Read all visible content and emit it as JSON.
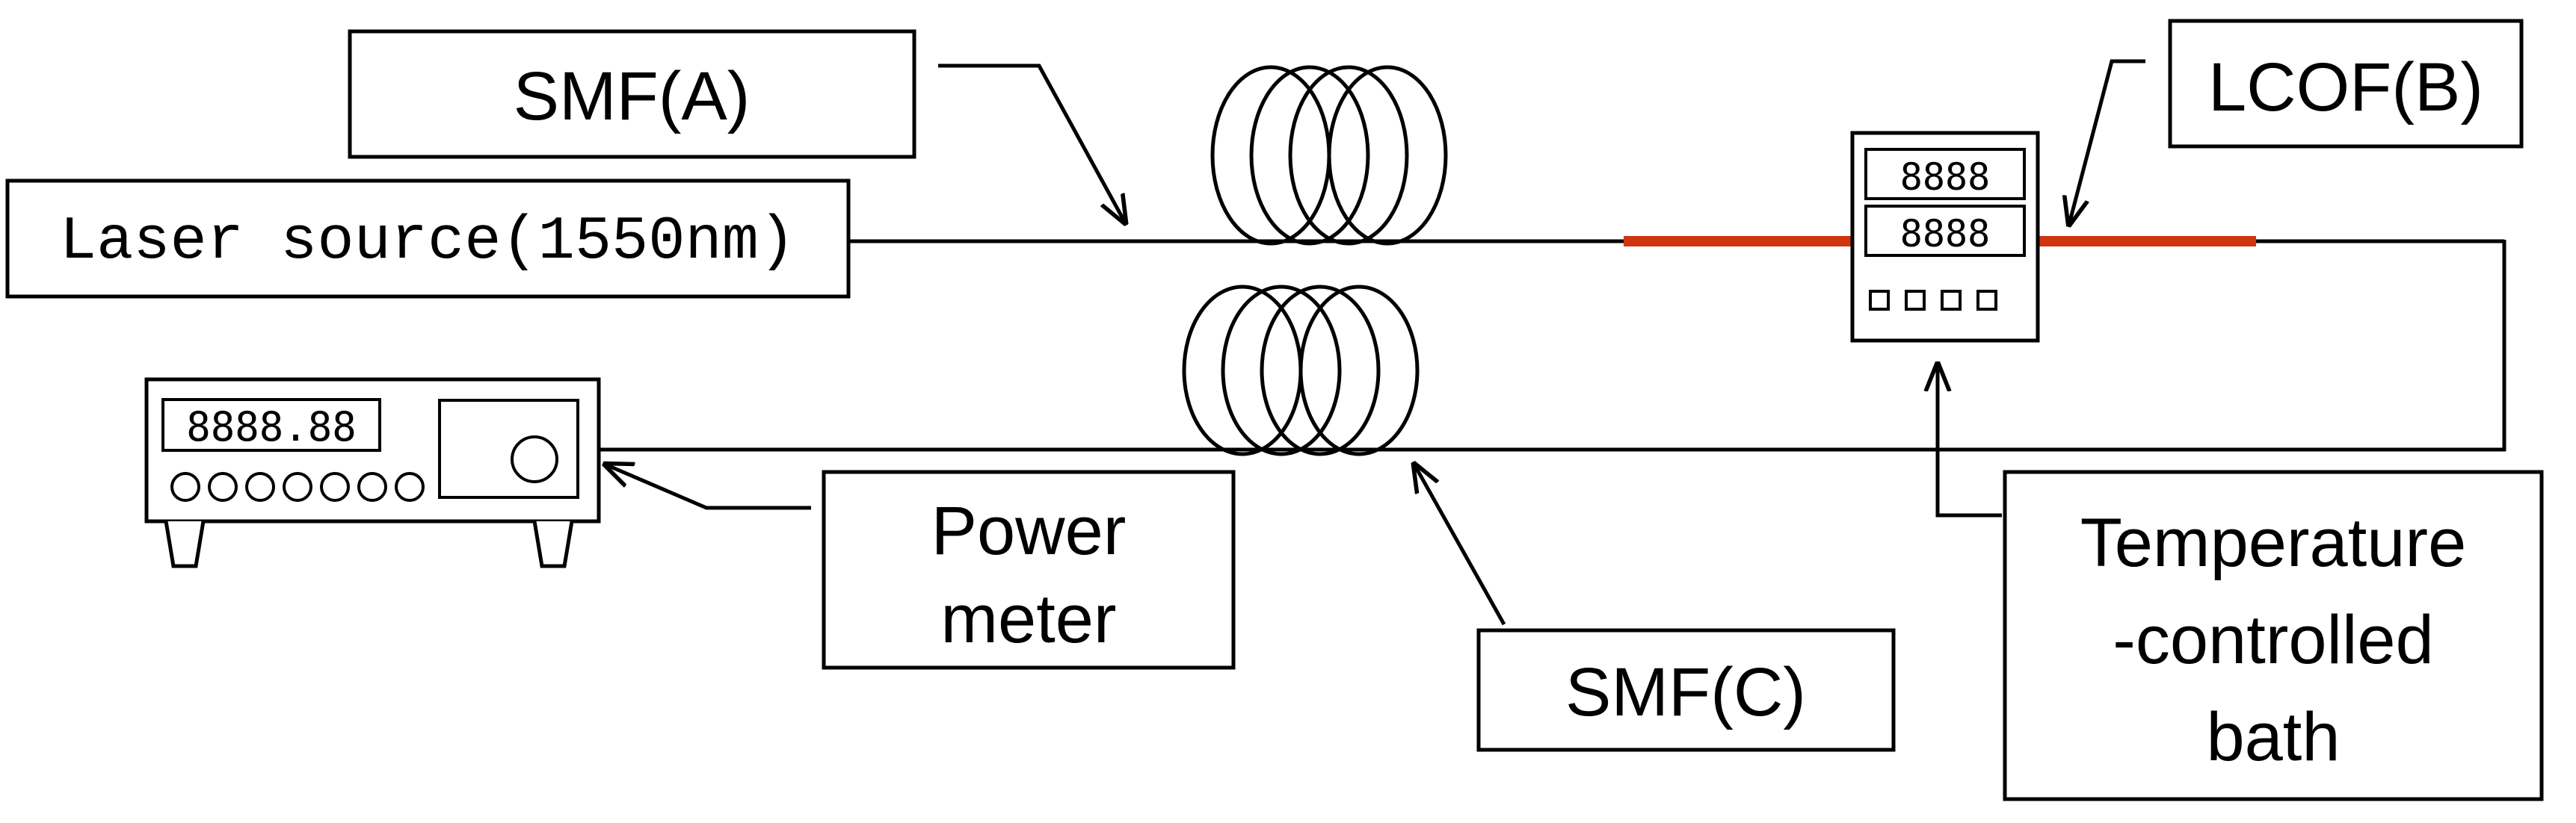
{
  "labels": {
    "smf_a": "SMF(A)",
    "laser": "Laser source(1550nm)",
    "lcof_b": "LCOF(B)",
    "power_meter_line1": "Power",
    "power_meter_line2": "meter",
    "smf_c": "SMF(C)",
    "bath_line1": "Temperature",
    "bath_line2": "-controlled",
    "bath_line3": "bath"
  },
  "devices": {
    "bath_display_top": "8888",
    "bath_display_bottom": "8888",
    "meter_display": "8888.88"
  },
  "colors": {
    "lcof_fiber": "#d0360f",
    "line": "#000000",
    "background": "#ffffff"
  }
}
